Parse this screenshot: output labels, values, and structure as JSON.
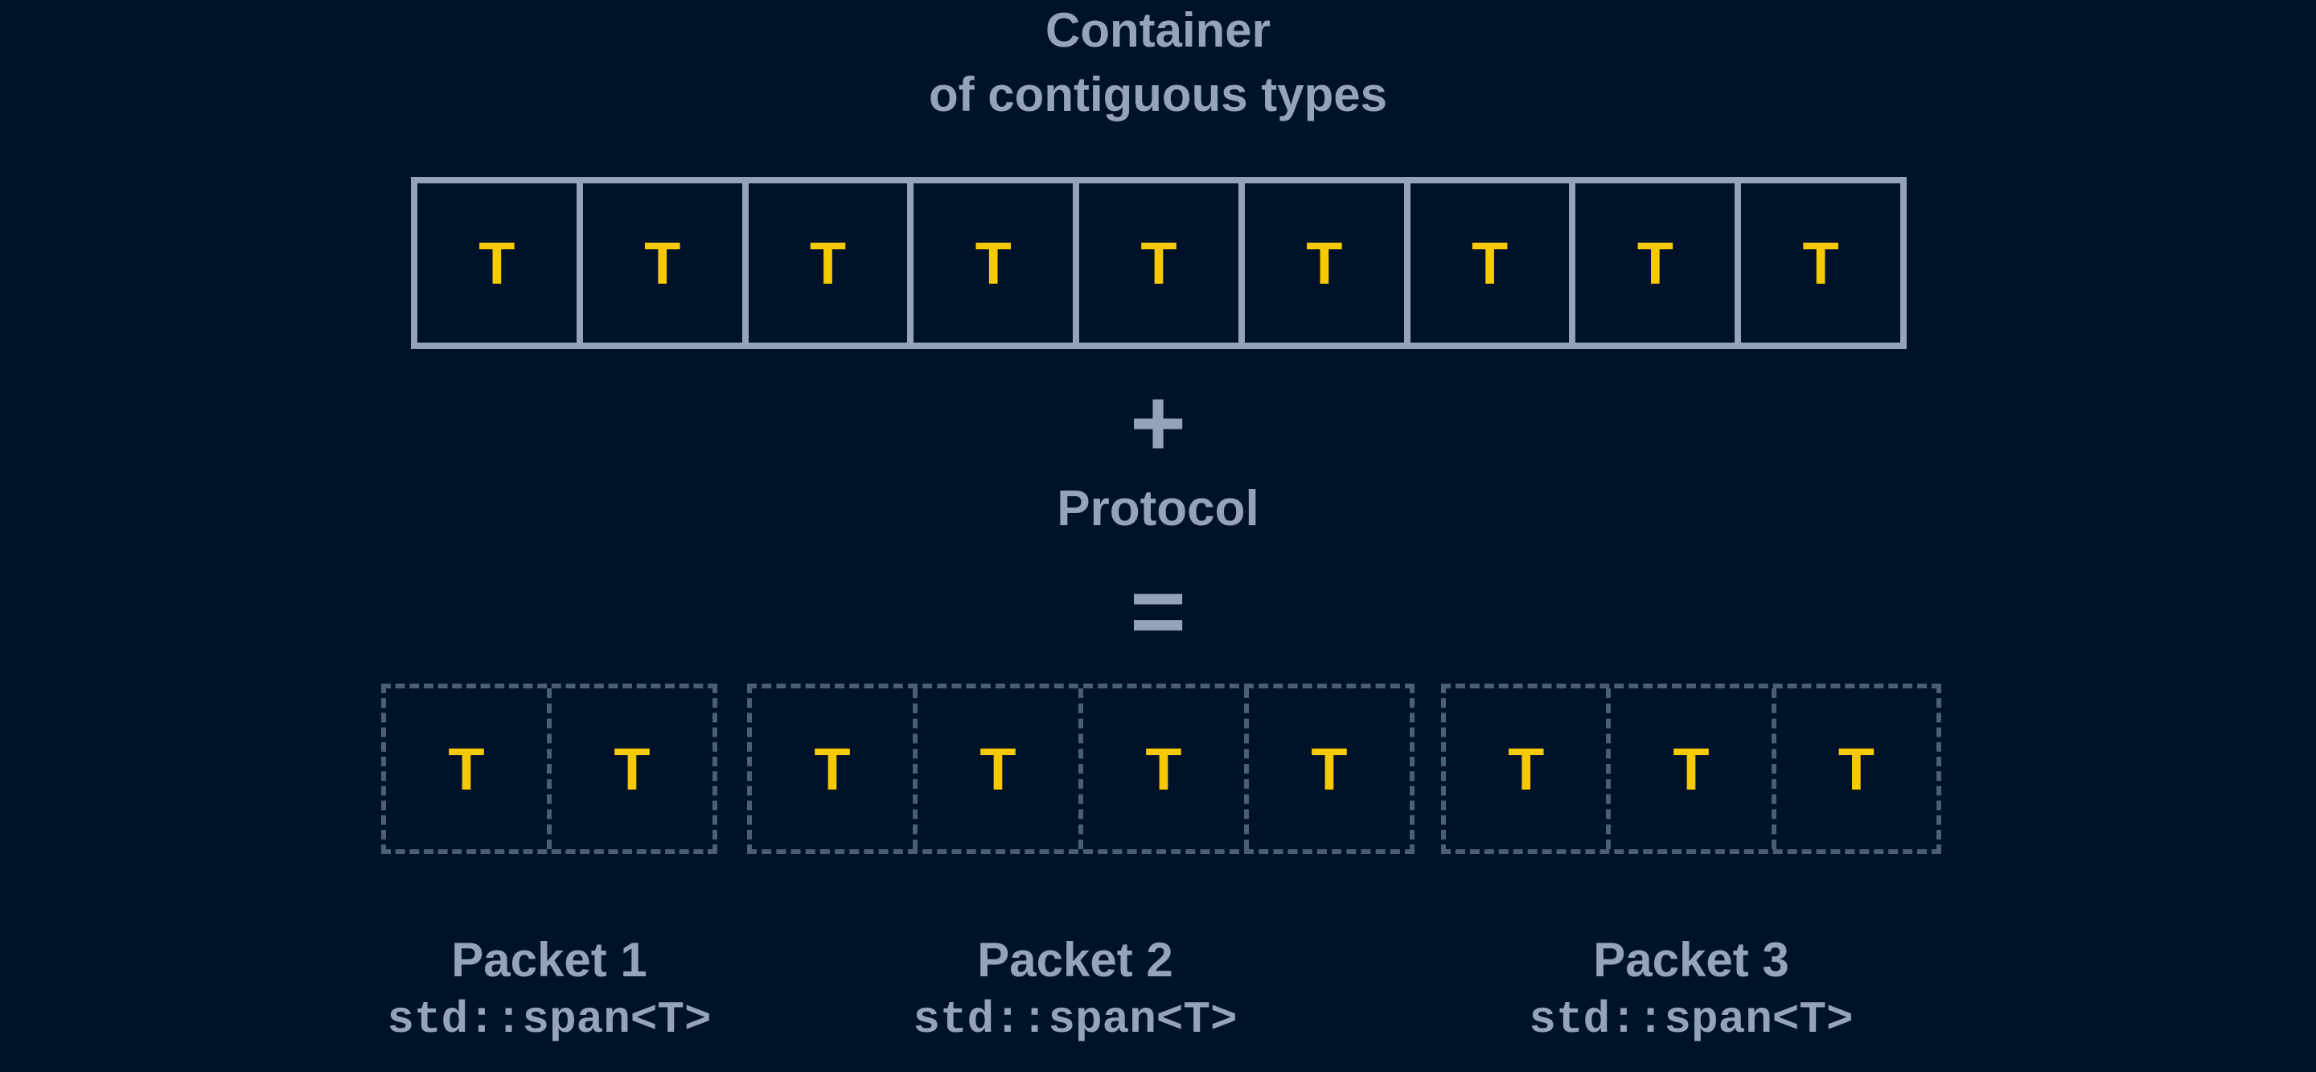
{
  "title": {
    "line1": "Container",
    "line2": "of contiguous types"
  },
  "container": {
    "cells": [
      "T",
      "T",
      "T",
      "T",
      "T",
      "T",
      "T",
      "T",
      "T"
    ]
  },
  "operators": {
    "plus": "+",
    "protocol": "Protocol",
    "equals": "="
  },
  "packets": [
    {
      "name": "Packet 1",
      "type": "std::span<T>",
      "cells": [
        "T",
        "T"
      ]
    },
    {
      "name": "Packet 2",
      "type": "std::span<T>",
      "cells": [
        "T",
        "T",
        "T",
        "T"
      ]
    },
    {
      "name": "Packet 3",
      "type": "std::span<T>",
      "cells": [
        "T",
        "T",
        "T"
      ]
    }
  ],
  "colors": {
    "background": "#00122a",
    "text": "#93a3b8",
    "element": "#f6c900",
    "dashed_border": "#4b5e76"
  }
}
